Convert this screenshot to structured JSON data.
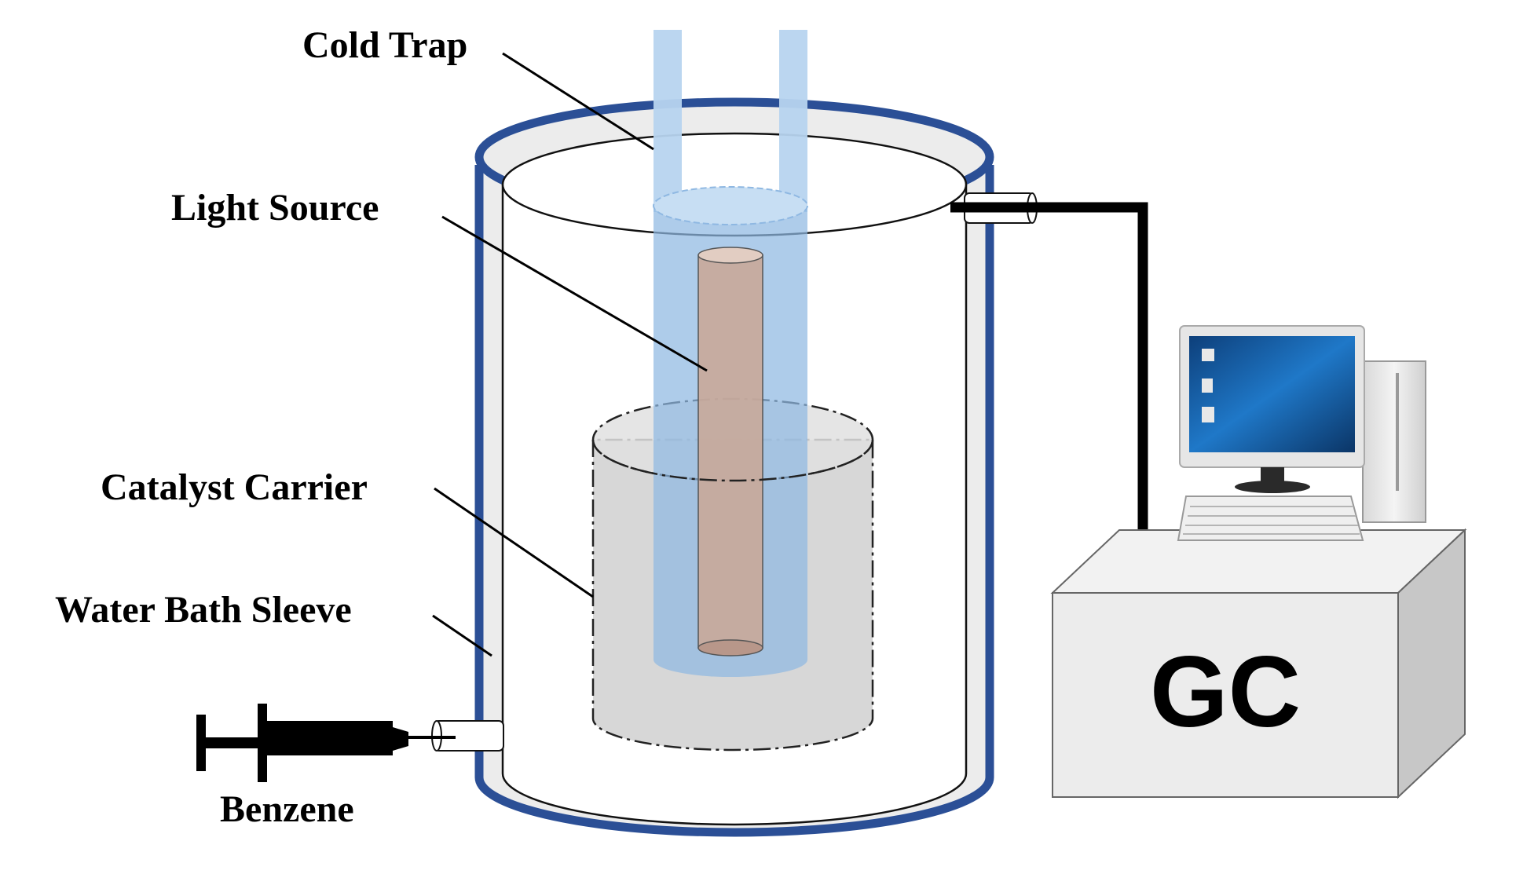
{
  "labels": {
    "cold_trap": "Cold Trap",
    "light_source": "Light Source",
    "catalyst_carrier": "Catalyst Carrier",
    "water_bath_sleeve": "Water Bath Sleeve",
    "benzene": "Benzene",
    "gc": "GC"
  },
  "icons": {
    "syringe": "syringe-icon",
    "computer": "desktop-computer-icon"
  },
  "colors": {
    "sleeve_outline": "#2b4f96",
    "cold_trap_fill": "#a9c8e8",
    "light_source_fill": "#d2b5a6",
    "catalyst_fill": "#c8c8c8",
    "arrow": "#000000",
    "screen": "#1a5fa8"
  }
}
